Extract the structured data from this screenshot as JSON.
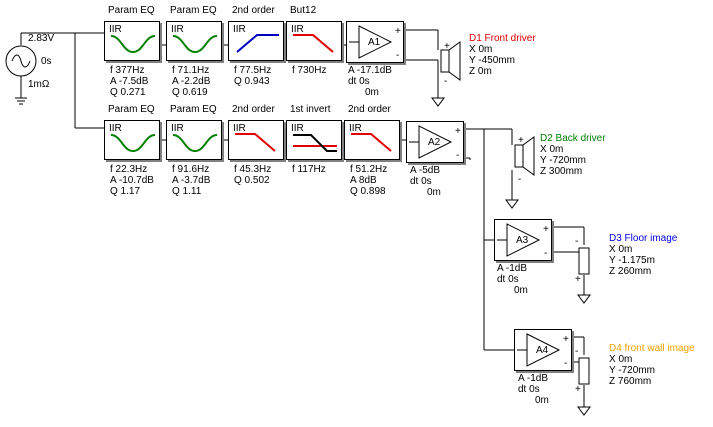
{
  "source": {
    "voltage": "2.83V",
    "delay": "0s",
    "resistance": "1mΩ"
  },
  "row1": {
    "blocks": [
      {
        "title": "Param EQ",
        "icon": "IIR",
        "curve": "dip",
        "params": [
          "f  377Hz",
          "A  -7.5dB",
          "Q  0.271"
        ]
      },
      {
        "title": "Param EQ",
        "icon": "IIR",
        "curve": "dip",
        "params": [
          "f  71.1Hz",
          "A  -2.2dB",
          "Q  0.619"
        ]
      },
      {
        "title": "2nd order",
        "icon": "IIR",
        "curve": "highpass",
        "params": [
          "f  77.5Hz",
          "Q  0.943"
        ]
      },
      {
        "title": "But12",
        "icon": "IIR",
        "curve": "lowpass",
        "params": [
          "f  730Hz"
        ]
      }
    ],
    "amp": {
      "label": "A1",
      "params": [
        "A  -17.1dB",
        "dt 0s",
        "0m"
      ]
    }
  },
  "row2": {
    "blocks": [
      {
        "title": "Param EQ",
        "icon": "IIR",
        "curve": "dip",
        "params": [
          "f  22.3Hz",
          "A  -10.7dB",
          "Q  1.17"
        ]
      },
      {
        "title": "Param EQ",
        "icon": "IIR",
        "curve": "dip",
        "params": [
          "f  91.6Hz",
          "A  -3.7dB",
          "Q  1.11"
        ]
      },
      {
        "title": "2nd order",
        "icon": "IIR",
        "curve": "lowpass",
        "params": [
          "f  45.3Hz",
          "Q  0.502"
        ]
      },
      {
        "title": "1st invert",
        "icon": "IIR",
        "curve": "invert",
        "params": [
          "f  117Hz"
        ]
      },
      {
        "title": "2nd order",
        "icon": "IIR",
        "curve": "lowpass",
        "params": [
          "f  51.2Hz",
          "A  8dB",
          "Q  0.898"
        ]
      }
    ],
    "amp": {
      "label": "A2",
      "params": [
        "A  -5dB",
        "dt 0s",
        "0m"
      ]
    }
  },
  "amp3": {
    "label": "A3",
    "params": [
      "A  -1dB",
      "dt 0s",
      "0m"
    ]
  },
  "amp4": {
    "label": "A4",
    "params": [
      "A  -1dB",
      "dt 0s",
      "0m"
    ]
  },
  "drivers": [
    {
      "name": "D1 Front driver",
      "color": "#e00000",
      "coords": [
        "X 0m",
        "Y -450mm",
        "Z 0m"
      ]
    },
    {
      "name": "D2 Back driver",
      "color": "#008000",
      "coords": [
        "X 0m",
        "Y -720mm",
        "Z 300mm"
      ]
    },
    {
      "name": "D3 Floor image",
      "color": "#0000e0",
      "coords": [
        "X 0m",
        "Y -1.175m",
        "Z 260mm"
      ]
    },
    {
      "name": "D4 front wall image",
      "color": "#f0a000",
      "coords": [
        "X 0m",
        "Y -720mm",
        "Z 760mm"
      ]
    }
  ],
  "colors": {
    "dip": "#008000",
    "highpass": "#0000c0",
    "lowpass": "#e00000",
    "invert": "#000000"
  }
}
